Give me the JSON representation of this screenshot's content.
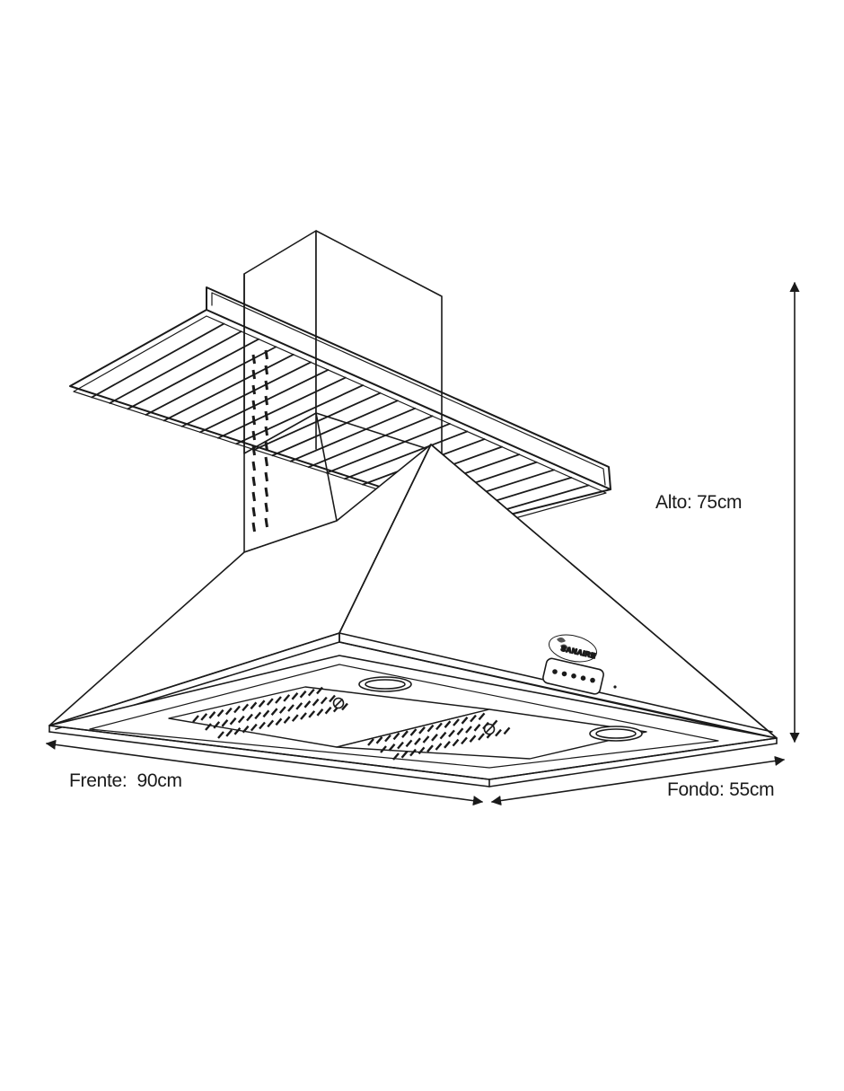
{
  "dimensions": {
    "height": {
      "value": 75,
      "unit": "cm",
      "text": "Alto: 75cm"
    },
    "front": {
      "value": 90,
      "unit": "cm",
      "text": "Frente:  90cm"
    },
    "depth": {
      "value": 55,
      "unit": "cm",
      "text": "Fondo: 55cm"
    }
  },
  "brand": {
    "logo_text": "SANAIRE"
  },
  "control_panel": {
    "button_count": 5
  },
  "colors": {
    "line": "#1a1a1a",
    "background": "#ffffff"
  }
}
